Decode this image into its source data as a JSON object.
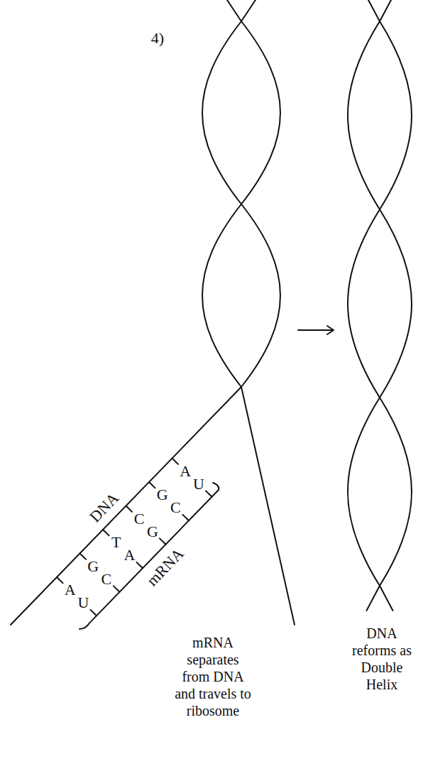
{
  "diagram": {
    "labels": [
      "4)",
      "DNA",
      "A",
      "G",
      "C",
      "T",
      "G",
      "A",
      "mRNA",
      "U",
      "C",
      "G",
      "A",
      "C",
      "U",
      "mRNA separates from DNA and travels to ribosome",
      "DNA reforms as Double Helix"
    ]
  }
}
